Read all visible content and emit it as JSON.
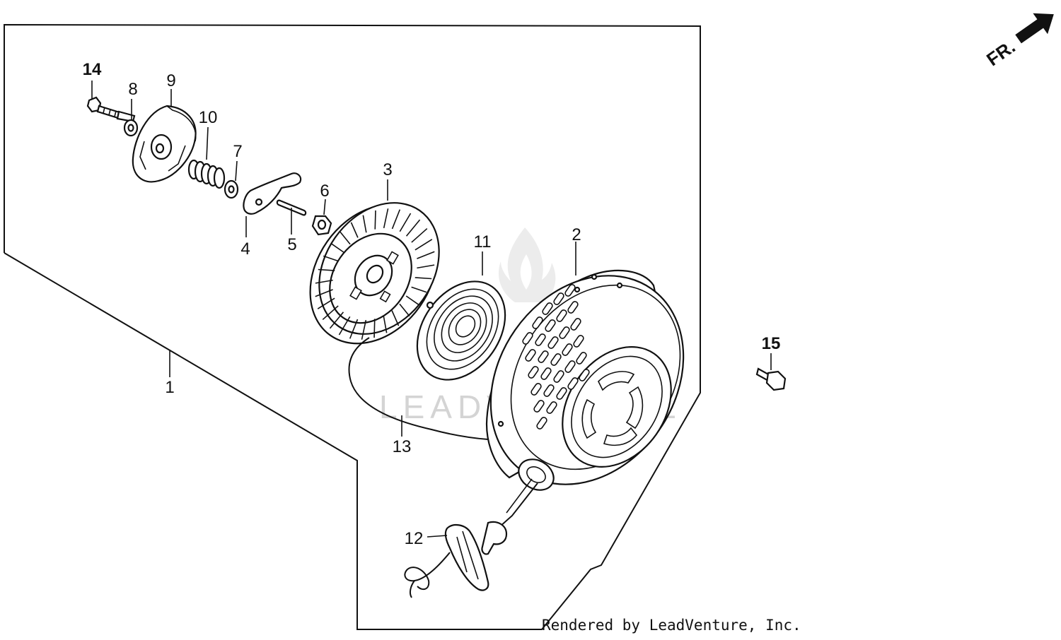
{
  "watermark": "LEADVENTURE",
  "direction_marker": {
    "label": "FR.",
    "icon": "arrow-up-right-icon"
  },
  "credit": "Rendered by LeadVenture, Inc.",
  "callouts": [
    {
      "id": "1",
      "label": "1",
      "bold": false
    },
    {
      "id": "2",
      "label": "2",
      "bold": false
    },
    {
      "id": "3",
      "label": "3",
      "bold": false
    },
    {
      "id": "4",
      "label": "4",
      "bold": false
    },
    {
      "id": "5",
      "label": "5",
      "bold": false
    },
    {
      "id": "6",
      "label": "6",
      "bold": false
    },
    {
      "id": "7",
      "label": "7",
      "bold": false
    },
    {
      "id": "8",
      "label": "8",
      "bold": false
    },
    {
      "id": "9",
      "label": "9",
      "bold": false
    },
    {
      "id": "10",
      "label": "10",
      "bold": false
    },
    {
      "id": "11",
      "label": "11",
      "bold": false
    },
    {
      "id": "12",
      "label": "12",
      "bold": false
    },
    {
      "id": "13",
      "label": "13",
      "bold": false
    },
    {
      "id": "14",
      "label": "14",
      "bold": true
    },
    {
      "id": "15",
      "label": "15",
      "bold": true
    }
  ]
}
